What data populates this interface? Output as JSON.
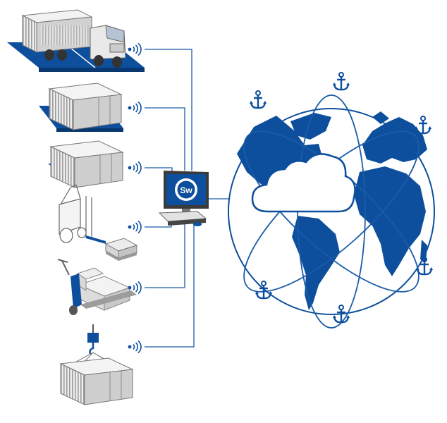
{
  "monitor": {
    "logo_text": "Sw"
  },
  "colors": {
    "brand_blue": "#0d4f9c",
    "line_blue": "#1a5ca8",
    "light_gray": "#e6e6e6",
    "mid_gray": "#b5b5b5",
    "dark_gray": "#555555",
    "white": "#ffffff"
  },
  "devices": [
    {
      "name": "truck-on-weighbridge",
      "icon": "truck-icon"
    },
    {
      "name": "container-on-weighbridge",
      "icon": "container-icon"
    },
    {
      "name": "container-on-platform-scale",
      "icon": "container-icon"
    },
    {
      "name": "forklift-scale",
      "icon": "forklift-icon"
    },
    {
      "name": "pallet-truck-scale",
      "icon": "pallet-truck-icon"
    },
    {
      "name": "crane-scale",
      "icon": "crane-hook-icon"
    }
  ],
  "globe": {
    "icon": "globe-icon",
    "cloud_icon": "cloud-icon",
    "anchor_icon": "anchor-icon",
    "anchor_count": 6
  }
}
